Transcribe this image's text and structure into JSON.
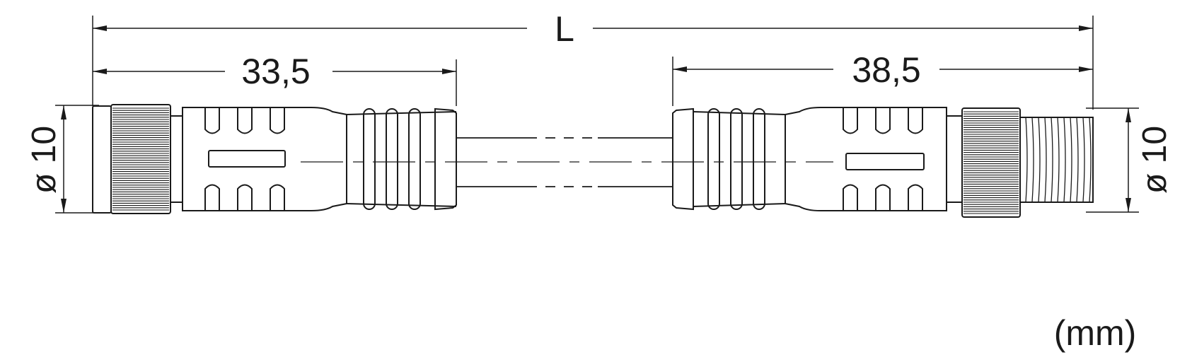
{
  "dimensions": {
    "overall_length": "L",
    "left_connector_length": "33,5",
    "right_connector_length": "38,5",
    "left_diameter": "ø 10",
    "right_diameter": "ø 10"
  },
  "units": "(mm)",
  "colors": {
    "line": "#1a1a1a",
    "background": "#ffffff"
  }
}
